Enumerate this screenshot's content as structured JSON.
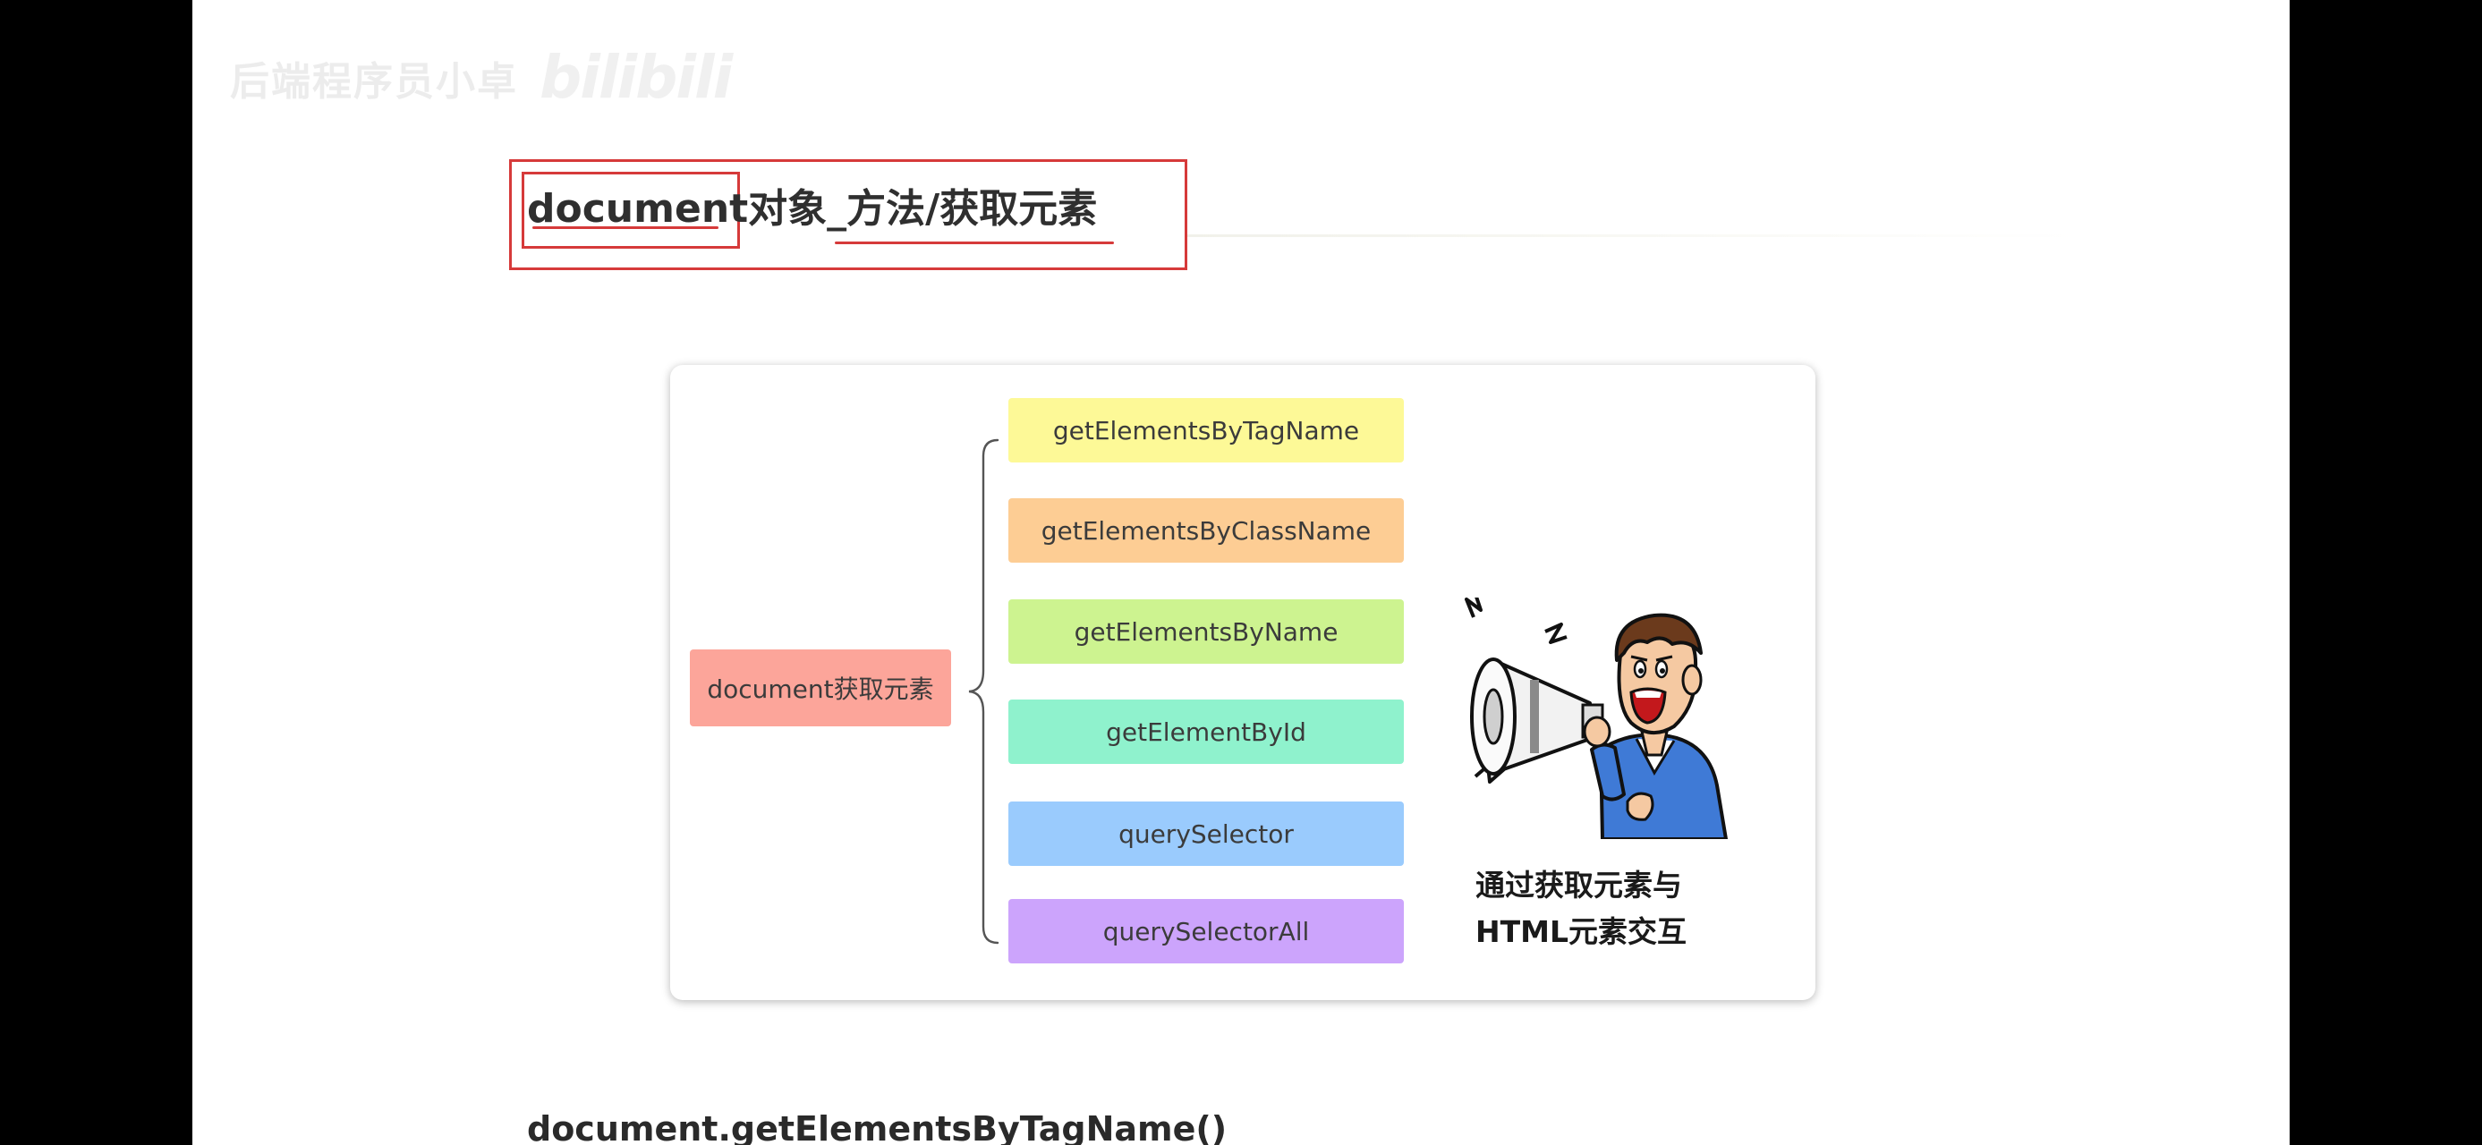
{
  "watermark": {
    "text": "后端程序员小卓",
    "brand": "bilibili"
  },
  "title": {
    "text": "document对象_方法/获取元素"
  },
  "diagram": {
    "root": {
      "label": "document获取元素",
      "color": "#fca59a"
    },
    "methods": [
      {
        "label": "getElementsByTagName",
        "color": "#fdf997"
      },
      {
        "label": "getElementsByClassName",
        "color": "#fdcd94"
      },
      {
        "label": "getElementsByName",
        "color": "#cdf390"
      },
      {
        "label": "getElementById",
        "color": "#8ff2cd"
      },
      {
        "label": "querySelector",
        "color": "#9acbfd"
      },
      {
        "label": "querySelectorAll",
        "color": "#cca4fc"
      }
    ],
    "caption_line1": "通过获取元素与",
    "caption_line2": "HTML元素交互"
  },
  "bottom": {
    "heading": "document.getElementsByTagName()"
  }
}
